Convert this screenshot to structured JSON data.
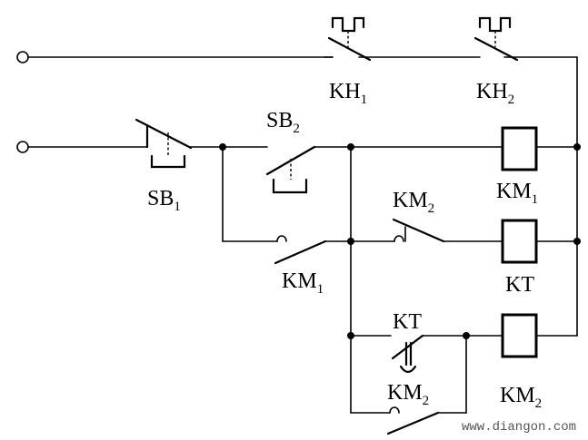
{
  "labels": {
    "kh1": {
      "main": "KH",
      "sub": "1"
    },
    "kh2": {
      "main": "KH",
      "sub": "2"
    },
    "sb1": {
      "main": "SB",
      "sub": "1"
    },
    "sb2": {
      "main": "SB",
      "sub": "2"
    },
    "km1_coil": {
      "main": "KM",
      "sub": "1"
    },
    "km1_contact": {
      "main": "KM",
      "sub": "1"
    },
    "km2_nc": {
      "main": "KM",
      "sub": "2"
    },
    "km2_contact": {
      "main": "KM",
      "sub": "2"
    },
    "km2_coil": {
      "main": "KM",
      "sub": "2"
    },
    "kt_coil": "KT",
    "kt_contact": "KT"
  },
  "watermark": "www.diangon.com"
}
